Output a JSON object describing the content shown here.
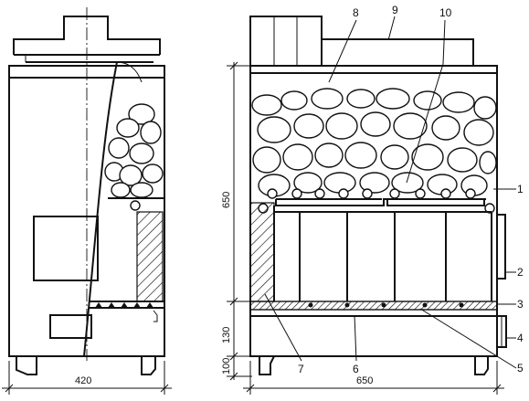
{
  "side_view": {
    "width_label": "420"
  },
  "front_view": {
    "width_label": "650",
    "height_main": "650",
    "height_ash": "130",
    "height_legs": "100"
  },
  "callouts": [
    "1",
    "2",
    "3",
    "4",
    "5",
    "6",
    "7",
    "8",
    "9",
    "10"
  ]
}
